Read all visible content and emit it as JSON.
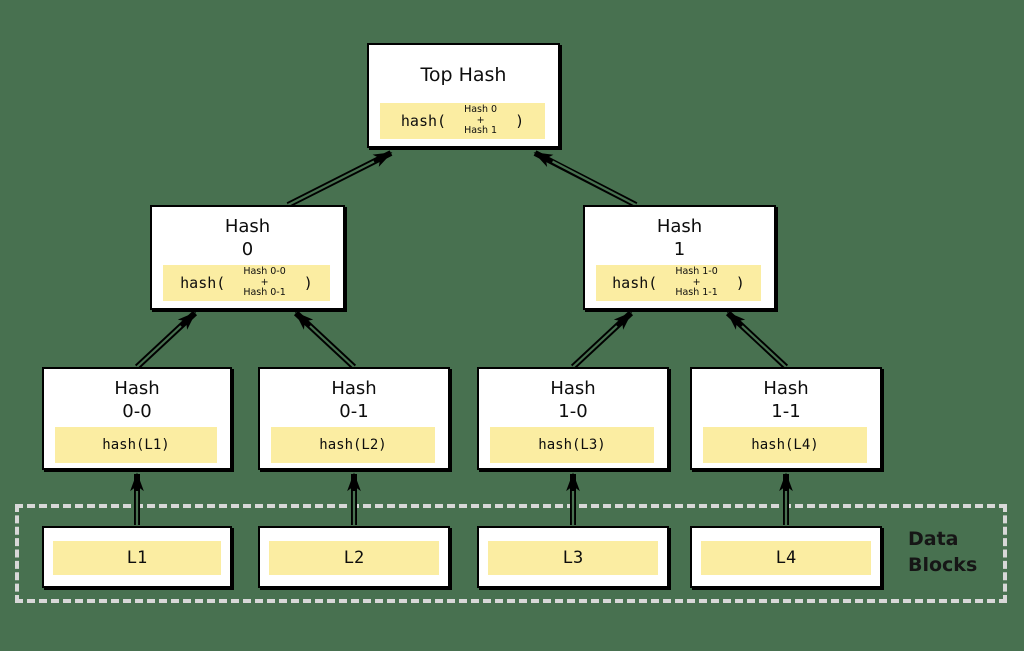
{
  "colors": {
    "background": "#487150",
    "highlight": "#FBEDA2",
    "box_border": "#000000",
    "dash": "#D8D8D8"
  },
  "nodes": {
    "top": {
      "title": "Top Hash",
      "expr": {
        "open": "hash(",
        "arg1": "Hash 0",
        "plus": "+",
        "arg2": "Hash 1",
        "close": ")"
      }
    },
    "h0": {
      "title": "Hash\n0",
      "expr": {
        "open": "hash(",
        "arg1": "Hash 0-0",
        "plus": "+",
        "arg2": "Hash 0-1",
        "close": ")"
      }
    },
    "h1": {
      "title": "Hash\n1",
      "expr": {
        "open": "hash(",
        "arg1": "Hash 1-0",
        "plus": "+",
        "arg2": "Hash 1-1",
        "close": ")"
      }
    },
    "h00": {
      "title": "Hash\n0-0",
      "hash": "hash(L1)"
    },
    "h01": {
      "title": "Hash\n0-1",
      "hash": "hash(L2)"
    },
    "h10": {
      "title": "Hash\n1-0",
      "hash": "hash(L3)"
    },
    "h11": {
      "title": "Hash\n1-1",
      "hash": "hash(L4)"
    }
  },
  "blocks": {
    "l1": {
      "label": "L1"
    },
    "l2": {
      "label": "L2"
    },
    "l3": {
      "label": "L3"
    },
    "l4": {
      "label": "L4"
    }
  },
  "annotation": {
    "data_blocks": "Data\nBlocks"
  }
}
